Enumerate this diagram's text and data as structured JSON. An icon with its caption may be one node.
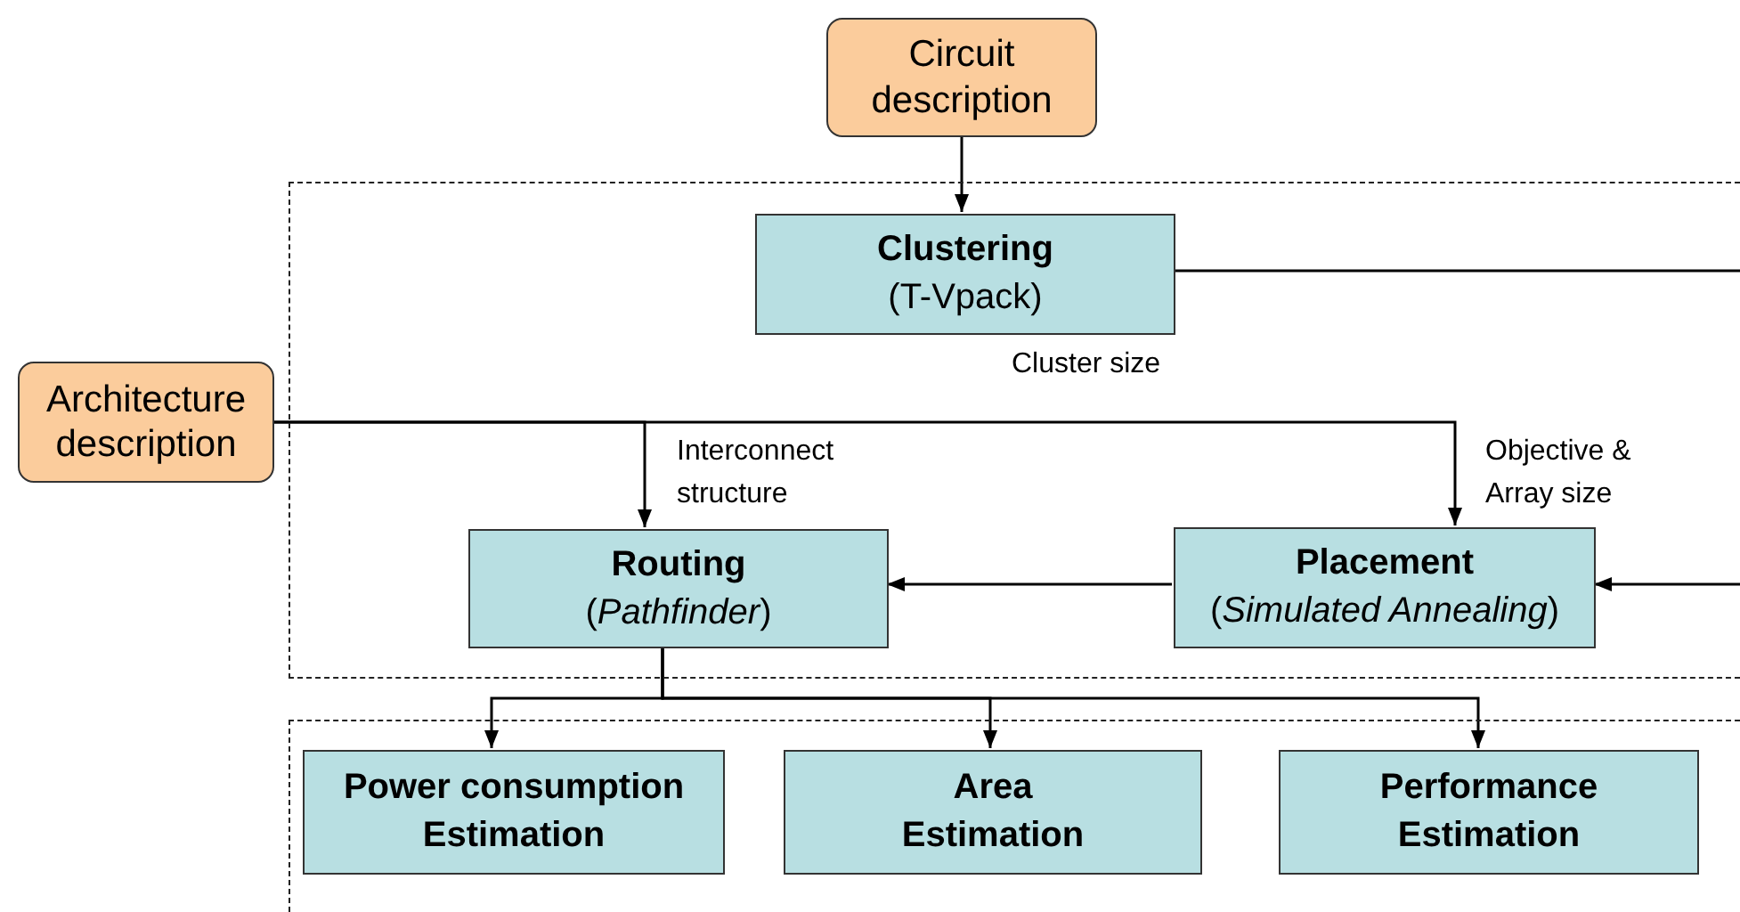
{
  "diagram": {
    "nodes": [
      {
        "text": [
          "Circuit description"
        ]
      },
      {
        "text": [],
        "shape": "box"
      },
      {
        "text": [
          "Clustering",
          "(T-Vpack)"
        ],
        "in": 1
      },
      {
        "text": [
          "Architecture description"
        ]
      },
      {
        "text": [
          "Routing",
          "(*Pathfinder*)"
        ],
        "in": 1
      },
      {
        "text": [
          "Placement",
          "(*Simulated Annealing*)"
        ],
        "in": 1
      },
      {
        "text": [],
        "shape": "box"
      },
      {
        "text": [
          "Power consumption Estimation"
        ],
        "in": 6
      },
      {
        "text": [
          "Area Estimation"
        ],
        "in": 6
      },
      {
        "text": [
          "Performance Estimation"
        ],
        "in": 6
      }
    ],
    "edges": [
      {
        "from": 0,
        "to": 2,
        "arrow": "to"
      },
      {
        "from": 2,
        "to": 5,
        "arrow": "to"
      },
      {
        "from": 3,
        "to": 4,
        "arrow": "to",
        "label": "Interconnect structure"
      },
      {
        "from": 3,
        "to": 5,
        "arrow": "to",
        "label": "Objective & Array size"
      },
      {
        "from": 5,
        "to": 4,
        "arrow": "to"
      },
      {
        "from": 4,
        "to": 7,
        "arrow": "to"
      },
      {
        "from": 4,
        "to": 8,
        "arrow": "to"
      },
      {
        "from": 4,
        "to": 9,
        "arrow": "to"
      }
    ],
    "labels": [
      "Cluster size"
    ]
  }
}
